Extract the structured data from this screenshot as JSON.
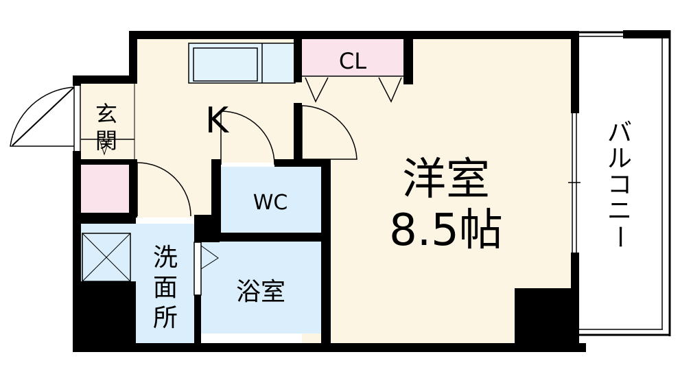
{
  "rooms": {
    "western": {
      "name": "洋室",
      "size": "8.5帖"
    },
    "kitchen": "K",
    "entrance": [
      "玄",
      "関"
    ],
    "closet": "CL",
    "toilet": "WC",
    "bath": "浴室",
    "washroom": [
      "洗",
      "面",
      "所"
    ],
    "balcony": [
      "バ",
      "ル",
      "コ",
      "ニ",
      "ー"
    ]
  },
  "colors": {
    "wall": "#000000",
    "western_floor": "#fdf5e4",
    "kitchen_floor": "#fdf5e4",
    "wet_area": "#dbeefb",
    "closet": "#fbe3ec",
    "shoe_box": "#fbe3ec",
    "counter": "#e3f3fb"
  }
}
